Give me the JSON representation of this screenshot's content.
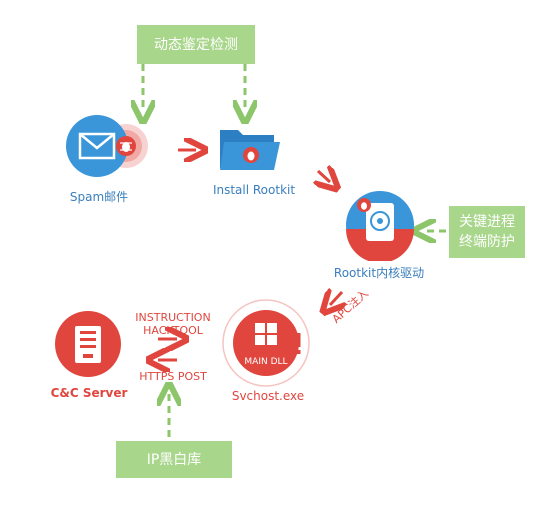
{
  "boxes": {
    "dynamic_detect": "动态鉴定检测",
    "terminal_protect_line1": "关键进程",
    "terminal_protect_line2": "终端防护",
    "ip_blacklist": "IP黑白库"
  },
  "nodes": {
    "spam": "Spam邮件",
    "install_rootkit": "Install Rootkit",
    "rootkit_driver": "Rootkit内核驱动",
    "svchost": "Svchost.exe",
    "svchost_inner": "MAIN DLL",
    "cc_server": "C&C Server"
  },
  "edges": {
    "apc_inject": "APC注入",
    "instruction_line1": "INSTRUCTION",
    "instruction_line2": "HACKTOOL",
    "https_post": "HTTPS POST"
  },
  "colors": {
    "blue": "#3a96d9",
    "red": "#e0463e",
    "green": "#a8d68b",
    "arrow_green": "#8cc56a"
  }
}
